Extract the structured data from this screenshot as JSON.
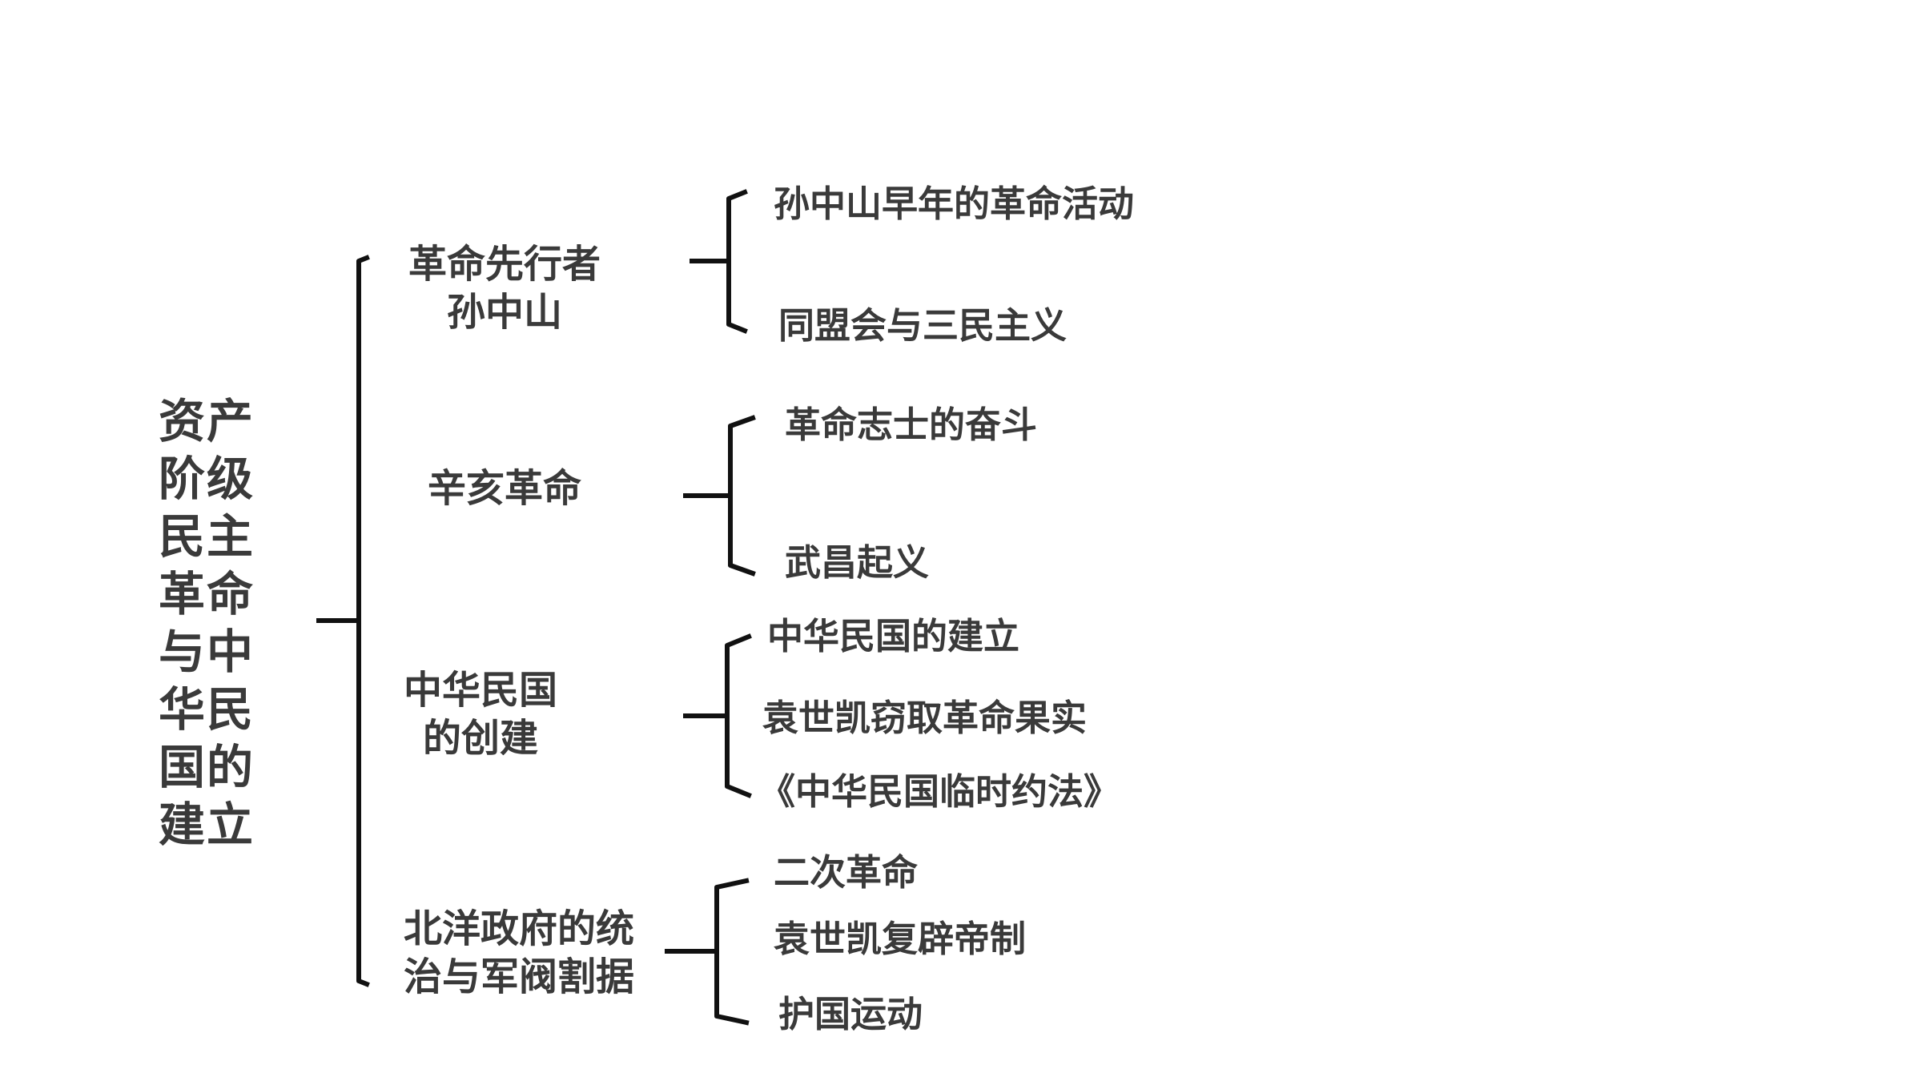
{
  "root": {
    "lines": [
      "资产",
      "阶级",
      "民主",
      "革命",
      "与中",
      "华民",
      "国的",
      "建立"
    ]
  },
  "branches": [
    {
      "lines": [
        "革命先行者",
        "孙中山"
      ],
      "children": [
        "孙中山早年的革命活动",
        "同盟会与三民主义"
      ]
    },
    {
      "lines": [
        "辛亥革命"
      ],
      "children": [
        "革命志士的奋斗",
        "武昌起义"
      ]
    },
    {
      "lines": [
        "中华民国",
        "的创建"
      ],
      "children": [
        "中华民国的建立",
        "袁世凯窃取革命果实",
        "《中华民国临时约法》"
      ]
    },
    {
      "lines": [
        "北洋政府的统",
        "治与军阀割据"
      ],
      "children": [
        "二次革命",
        "袁世凯复辟帝制",
        "护国运动"
      ]
    }
  ]
}
